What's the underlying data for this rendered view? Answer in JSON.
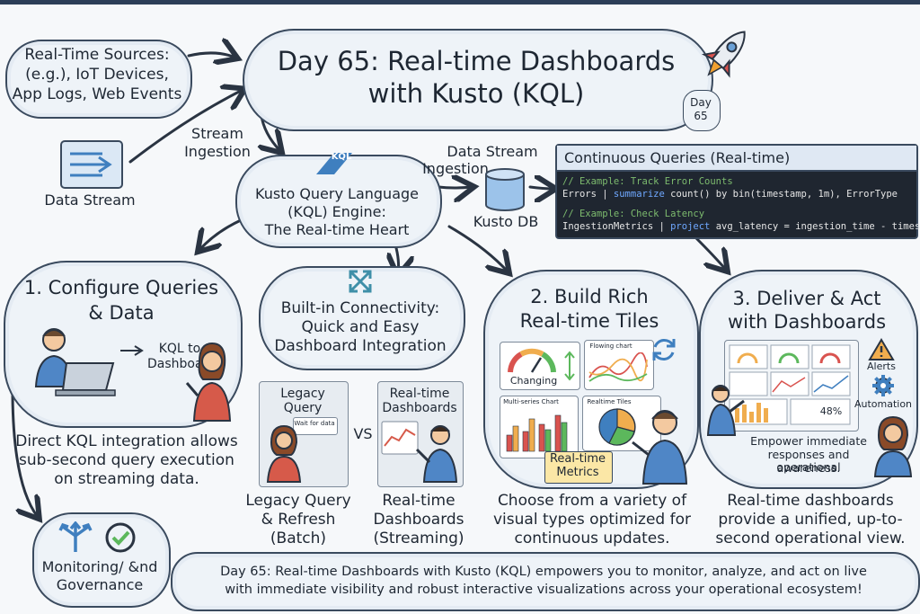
{
  "header": {
    "title_line1": "Day 65: Real-time Dashboards",
    "title_line2": "with Kusto (KQL)",
    "badge_line1": "Day",
    "badge_line2": "65"
  },
  "sources": {
    "line1": "Real-Time Sources:",
    "line2": "(e.g.), IoT Devices,",
    "line3": "App Logs, Web Events"
  },
  "data_stream": {
    "label": "Data Stream"
  },
  "stream_ingestion": {
    "line1": "Stream",
    "line2": "Ingestion"
  },
  "engine": {
    "badge": "KQL",
    "line1": "Kusto Query Language",
    "line2": "(KQL) Engine:",
    "line3": "The Real-time Heart"
  },
  "data_stream_ingestion": {
    "line1": "Data Stream",
    "line2": "Ingestion"
  },
  "kusto_db": {
    "label": "Kusto DB"
  },
  "continuous_queries": {
    "title": "Continuous Queries (Real-time)",
    "c1": "// Example: Track Error Counts",
    "l1a": "Errors | ",
    "l1b": "summarize",
    "l1c": " count() by bin(timestamp, 1m), ErrorType",
    "c2": "// Example: Check Latency",
    "l2a": "IngestionMetrics | ",
    "l2b": "project",
    "l2c": " avg_latency = ingestion_time - timestamp"
  },
  "configure": {
    "title_line1": "1. Configure Queries",
    "title_line2": "& Data",
    "kql_to": "KQL to",
    "dashboard": "Dashboard",
    "desc_line1": "Direct KQL integration allows",
    "desc_line2": "sub-second query execution",
    "desc_line3": "on streaming data."
  },
  "connectivity": {
    "line1": "Built-in Connectivity:",
    "line2": "Quick and Easy",
    "line3": "Dashboard Integration"
  },
  "comparison": {
    "legacy_card_line1": "Legacy",
    "legacy_card_line2": "Query",
    "legacy_note": "Wait for data",
    "vs": "VS",
    "rt_card_line1": "Real-time",
    "rt_card_line2": "Dashboards",
    "legacy_caption_line1": "Legacy Query",
    "legacy_caption_line2": "& Refresh",
    "legacy_caption_line3": "(Batch)",
    "rt_caption_line1": "Real-time",
    "rt_caption_line2": "Dashboards",
    "rt_caption_line3": "(Streaming)"
  },
  "build": {
    "title_line1": "2. Build Rich",
    "title_line2": "Real-time Tiles",
    "gauge_label": "Changing",
    "flowing_chart": "Flowing chart",
    "multi_series": "Multi-series Chart",
    "realtime_tiles": "Realtime Tiles",
    "metrics_line1": "Real-time",
    "metrics_line2": "Metrics",
    "desc_line1": "Choose from a variety of",
    "desc_line2": "visual types optimized for",
    "desc_line3": "continuous updates."
  },
  "deliver": {
    "title_line1": "3. Deliver & Act",
    "title_line2": "with Dashboards",
    "alerts": "Alerts",
    "automation": "Automation",
    "percent": "48%",
    "note_line1": "Empower immediate",
    "note_line2": "responses and operational",
    "note_line3": "awareness.",
    "desc_line1": "Real-time dashboards",
    "desc_line2": "provide a unified, up-to-",
    "desc_line3": "second operational view."
  },
  "monitoring": {
    "line1": "Monitoring/ &nd",
    "line2": "Governance"
  },
  "footer": {
    "line1": "Day 65: Real-time Dashboards with Kusto (KQL) empowers you to monitor, analyze, and act on live",
    "line2": "with immediate visibility and robust interactive visualizations across your operational ecosystem!"
  },
  "colors": {
    "ink": "#1e2733",
    "cloud_fill": "#eef3f8",
    "accent_blue": "#3f7fbf",
    "metrics_fill": "#fbe7a6",
    "code_bg": "#1f2630"
  }
}
